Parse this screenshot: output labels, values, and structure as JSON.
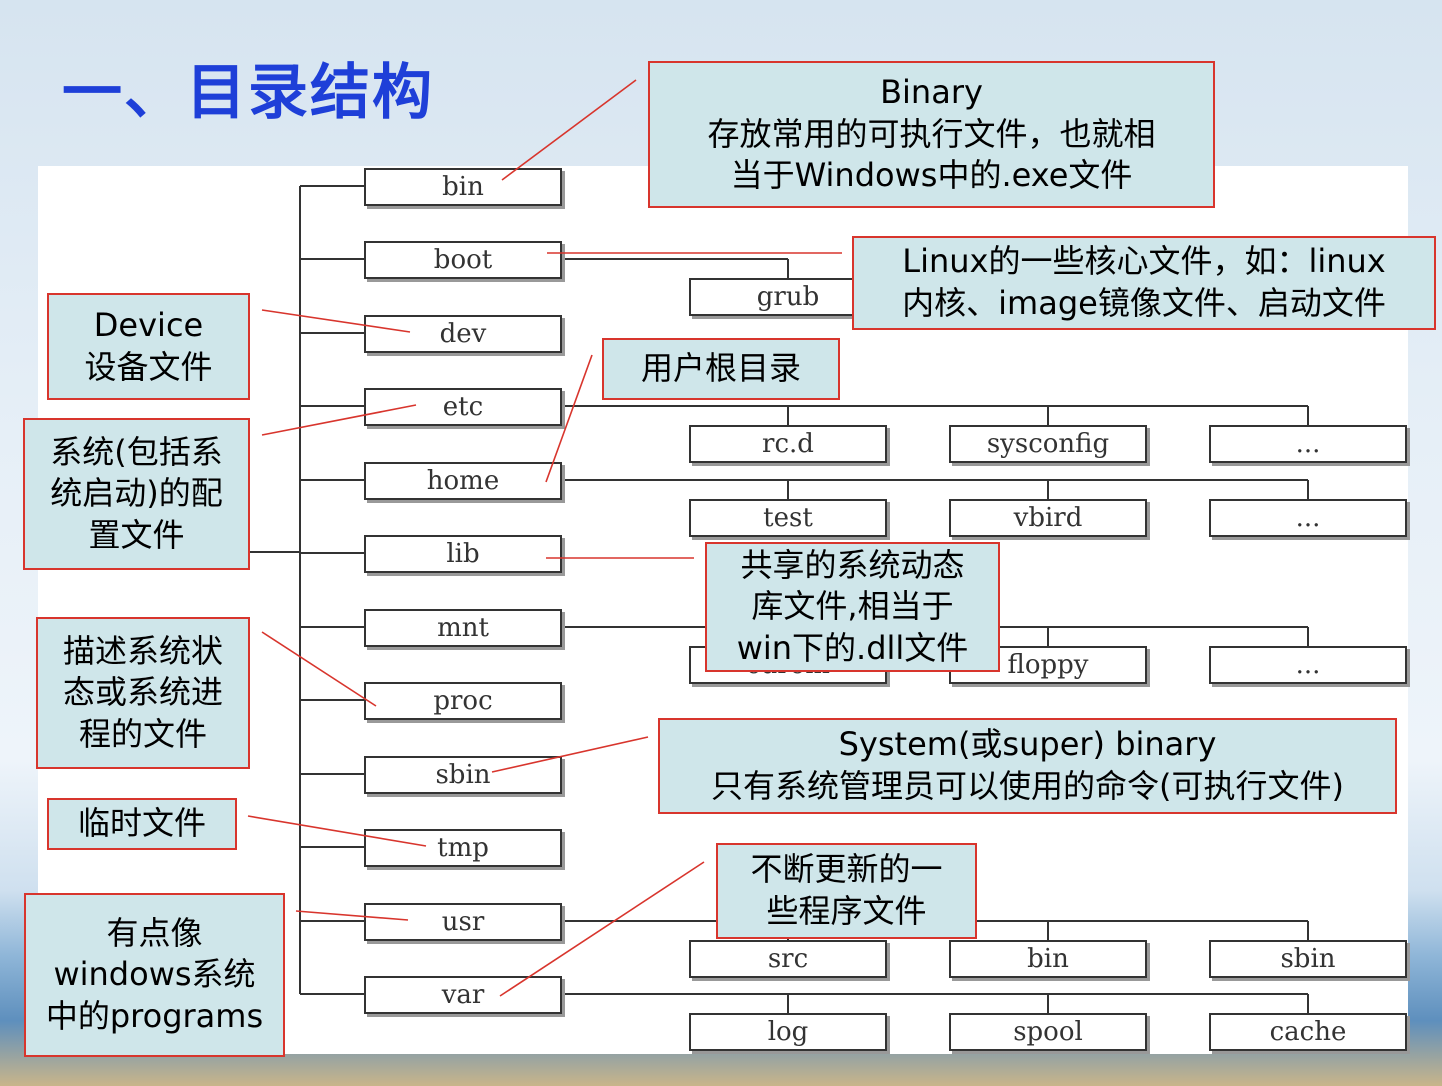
{
  "title": "一、目录结构",
  "main_dirs": [
    "bin",
    "boot",
    "dev",
    "etc",
    "home",
    "lib",
    "mnt",
    "proc",
    "sbin",
    "tmp",
    "usr",
    "var"
  ],
  "boot_children": [
    "grub"
  ],
  "etc_children": [
    "rc.d",
    "sysconfig",
    "..."
  ],
  "home_children": [
    "test",
    "vbird",
    "..."
  ],
  "mnt_children": [
    "cdrom",
    "floppy",
    "..."
  ],
  "usr_children": [
    "src",
    "bin",
    "sbin"
  ],
  "var_children": [
    "log",
    "spool",
    "cache"
  ],
  "callouts": {
    "bin": [
      "Binary",
      "存放常用的可执行文件，也就相",
      "当于Windows中的.exe文件"
    ],
    "boot": [
      "Linux的一些核心文件，如：linux",
      "内核、image镜像文件、启动文件"
    ],
    "dev": [
      "Device",
      "设备文件"
    ],
    "etc": [
      "系统(包括系",
      "统启动)的配",
      "置文件"
    ],
    "home": [
      "用户根目录"
    ],
    "lib": [
      "共享的系统动态",
      "库文件,相当于",
      "win下的.dll文件"
    ],
    "proc": [
      "描述系统状",
      "态或系统进",
      "程的文件"
    ],
    "sbin": [
      "System(或super) binary",
      "只有系统管理员可以使用的命令(可执行文件)"
    ],
    "tmp": [
      "临时文件"
    ],
    "usr": [
      "有点像",
      "windows系统",
      "中的programs"
    ],
    "var": [
      "不断更新的一",
      "些程序文件"
    ]
  },
  "colors": {
    "title": "#1e3fd8",
    "callout_bg": "#cfe6ea",
    "callout_border": "#d8352d",
    "pointer": "#d8352d"
  }
}
